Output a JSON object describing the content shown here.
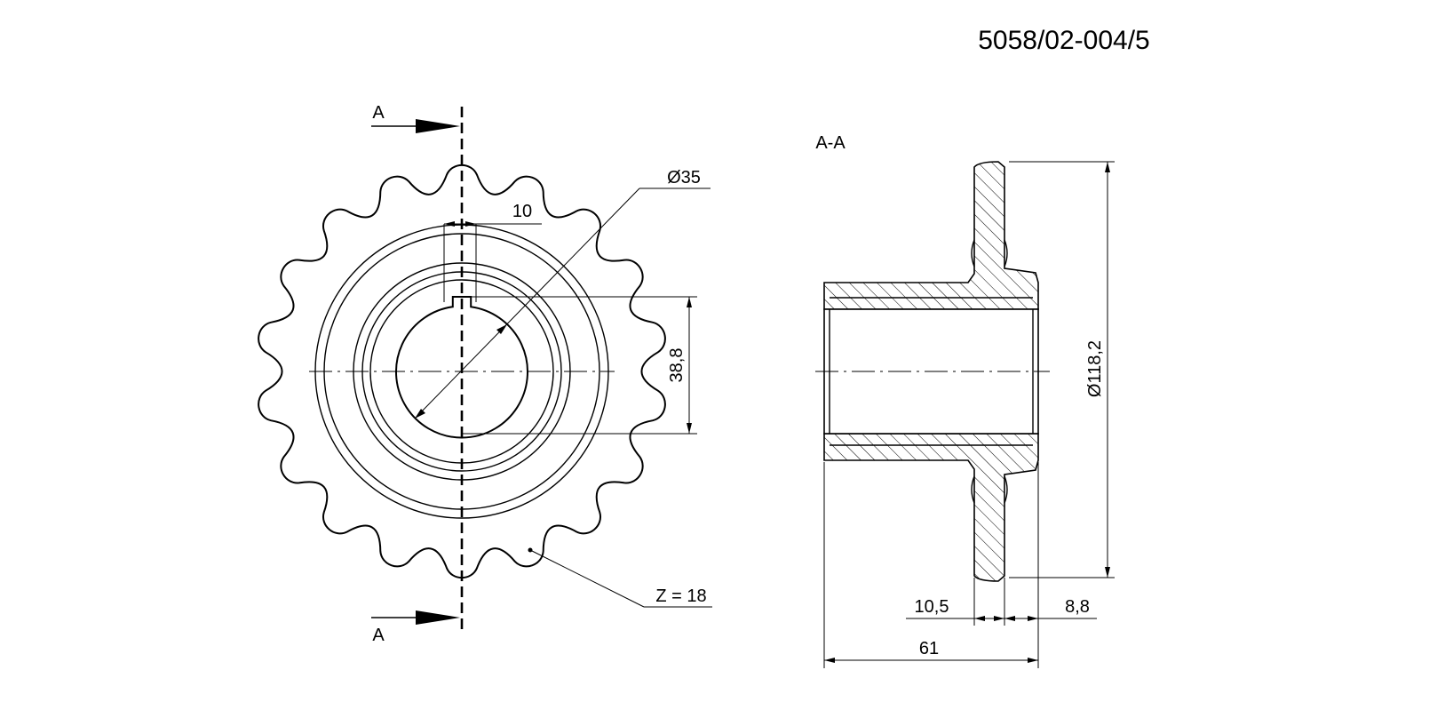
{
  "drawing": {
    "number": "5058/02-004/5",
    "section_title": "A-A",
    "section_marker_top": "A",
    "section_marker_bottom": "A"
  },
  "front_view": {
    "teeth_label": "Z = 18",
    "teeth_count": 18,
    "bore_diameter_label": "Ø35",
    "keyway_width_label": "10",
    "keyway_depth_label": "38,8"
  },
  "section_view": {
    "outer_diameter_label": "Ø118,2",
    "hub_length_label": "61",
    "plate_thickness_label": "10,5",
    "offset_label": "8,8"
  }
}
